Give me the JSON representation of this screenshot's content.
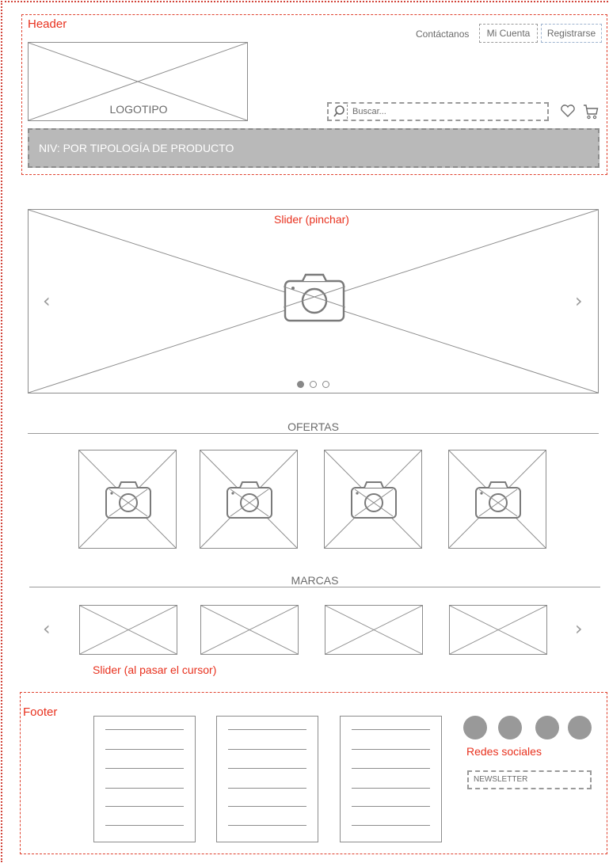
{
  "labels": {
    "header": "Header",
    "slider_main": "Slider (pinchar)",
    "slider_brands": "Slider (al pasar el cursor)",
    "footer": "Footer",
    "social": "Redes sociales"
  },
  "header": {
    "logo": "LOGOTIPO",
    "contact": "Contáctanos",
    "account": "Mi Cuenta",
    "register": "Registrarse",
    "search_placeholder": "Buscar...",
    "nav": "NIV: POR TIPOLOGÍA DE PRODUCTO"
  },
  "sections": {
    "offers": "OFERTAS",
    "brands": "MARCAS"
  },
  "slider": {
    "dots_total": 3,
    "active_dot": 1
  },
  "footer": {
    "newsletter": "NEWSLETTER",
    "columns": 3,
    "social_count": 4
  },
  "colors": {
    "annotation": "#e8311e",
    "wireframe": "#8c8c8c",
    "nav_fill": "#b9b9b9"
  }
}
